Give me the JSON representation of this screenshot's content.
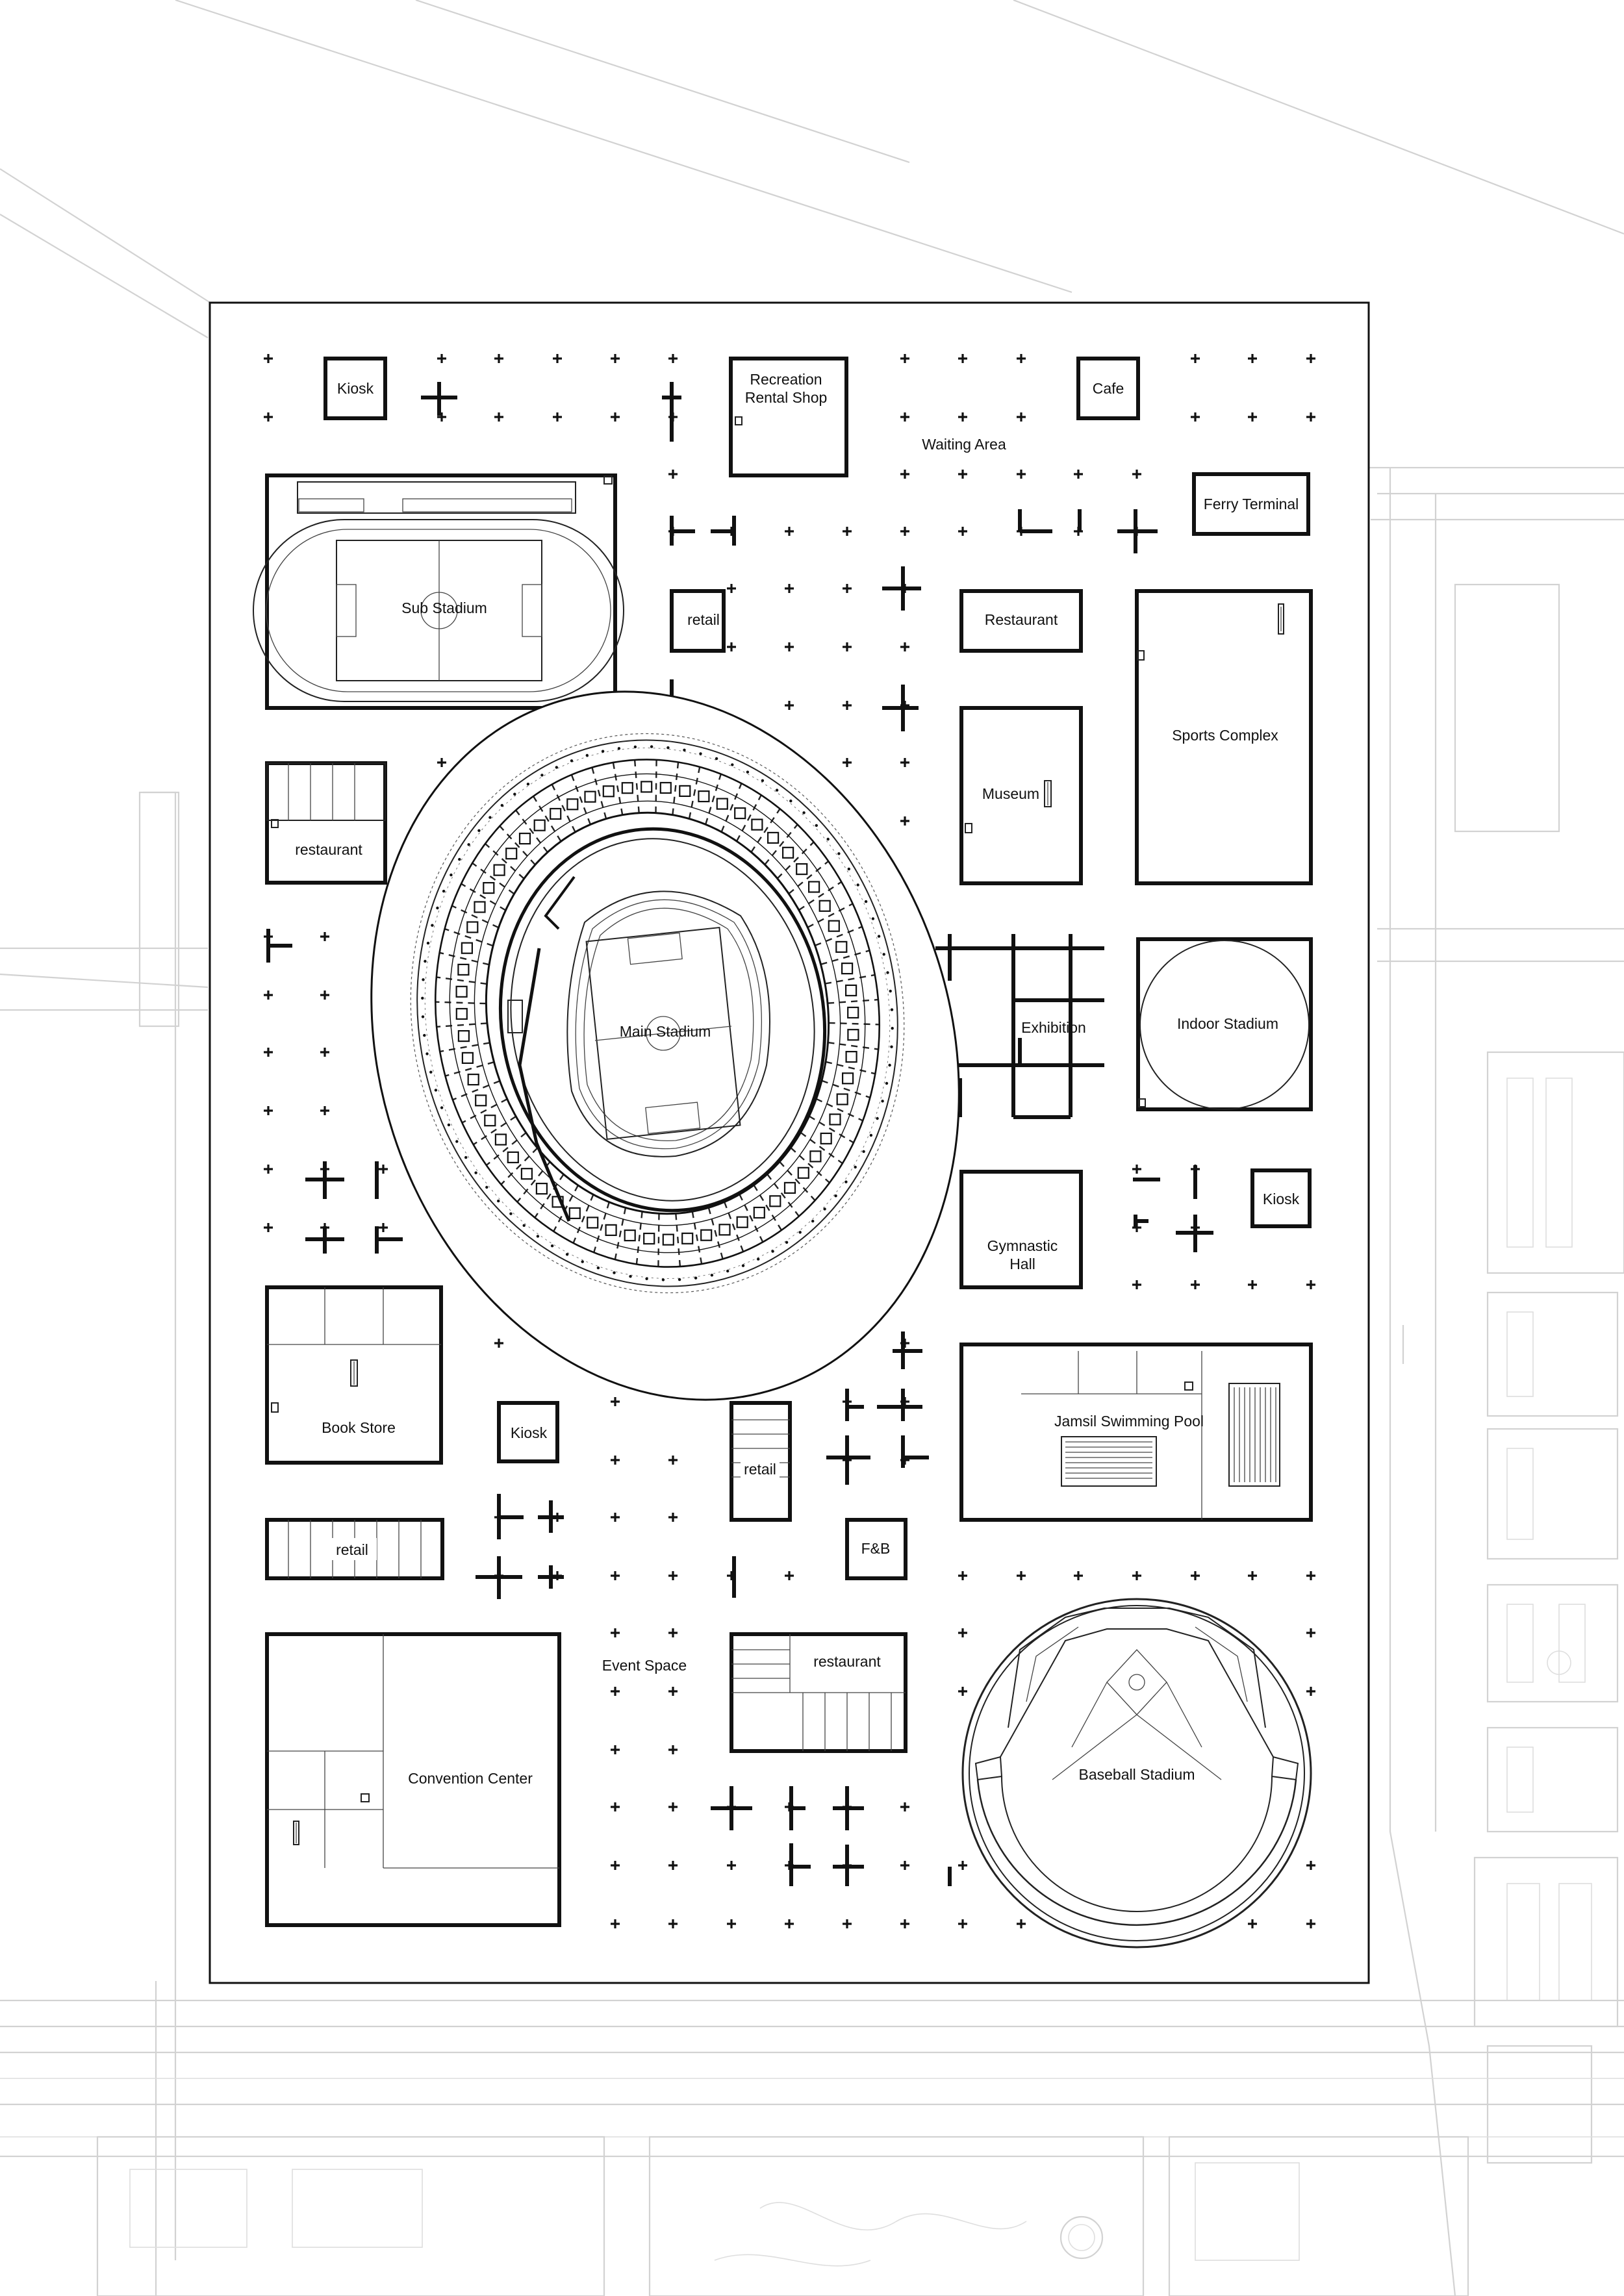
{
  "labels": {
    "kiosk_top": "Kiosk",
    "recreation_line1": "Recreation",
    "recreation_line2": "Rental Shop",
    "cafe": "Cafe",
    "waiting_area": "Waiting Area",
    "ferry_terminal": "Ferry Terminal",
    "sub_stadium": "Sub Stadium",
    "retail_top": "retail",
    "restaurant_top": "Restaurant",
    "sports_complex": "Sports Complex",
    "museum": "Museum",
    "restaurant_left": "restaurant",
    "main_stadium": "Main Stadium",
    "exhibition": "Exhibition",
    "indoor_stadium": "Indoor Stadium",
    "kiosk_right": "Kiosk",
    "gymnastic_line1": "Gymnastic",
    "gymnastic_line2": "Hall",
    "book_store": "Book Store",
    "kiosk_mid": "Kiosk",
    "retail_mid": "retail",
    "swimming_pool": "Jamsil Swimming Pool",
    "retail_left": "retail",
    "fb": "F&B",
    "event_space": "Event Space",
    "restaurant_bottom": "restaurant",
    "convention_center": "Convention Center",
    "baseball_stadium": "Baseball Stadium"
  },
  "colors": {
    "building_line": "#111111",
    "context_line": "#d2d2d2",
    "background": "#ffffff"
  }
}
